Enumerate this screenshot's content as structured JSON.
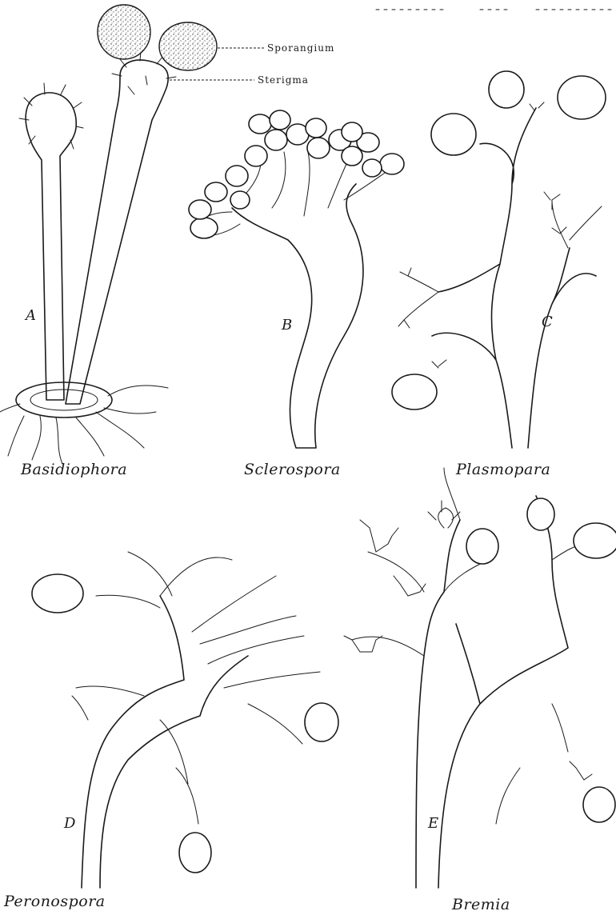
{
  "panels": {
    "a": {
      "letter": "A",
      "caption": "Basidiophora"
    },
    "b": {
      "letter": "B",
      "caption": "Sclerospora"
    },
    "c": {
      "letter": "C",
      "caption": "Plasmopara"
    },
    "d": {
      "letter": "D",
      "caption": "Peronospora"
    },
    "e": {
      "letter": "E",
      "caption": "Bremia"
    }
  },
  "labels": {
    "sporangium": "Sporangium",
    "sterigma": "Sterigma"
  }
}
